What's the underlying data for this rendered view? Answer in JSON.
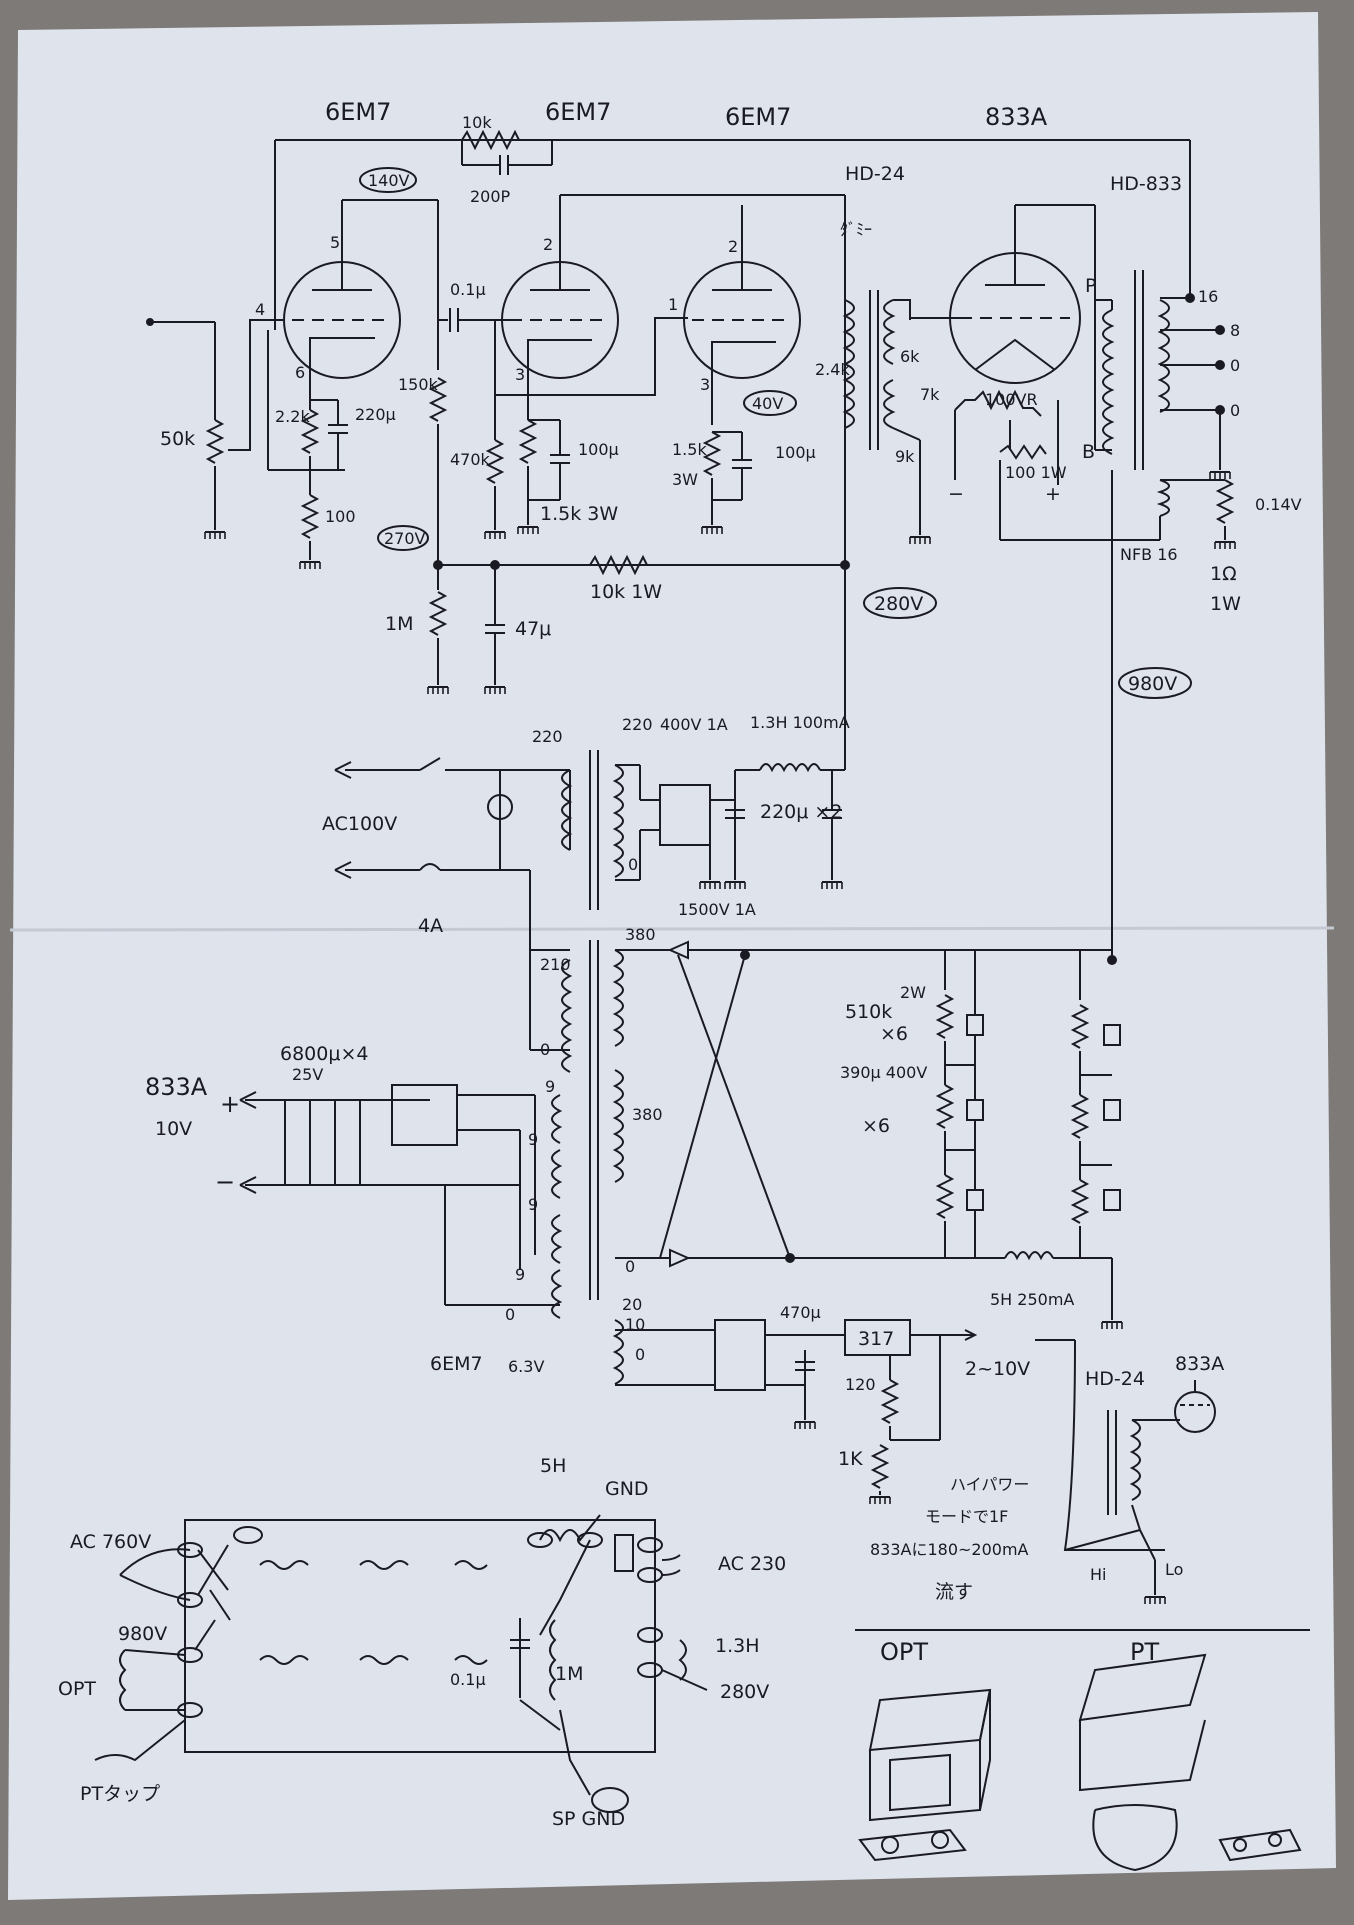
{
  "tubes": {
    "t1": "6EM7",
    "t2": "6EM7",
    "t3": "6EM7",
    "t4": "833A"
  },
  "transformers": {
    "driver": "HD-24",
    "output": "HD-833",
    "driver_tap_top": "ﾀﾞﾐｰ",
    "driver_tap_2k": "2.4k",
    "driver_tap_7k": "7k",
    "driver_tap_6k": "6k",
    "driver_tap_9k": "9k",
    "output_taps": [
      "16",
      "8",
      "0",
      "0"
    ],
    "output_p": "P",
    "output_b": "B",
    "nfb": "NFB 16"
  },
  "amp_parts": {
    "r_10k": "10k",
    "c_200p": "200P",
    "v_140": "140V",
    "pin_5": "5",
    "pin_6": "6",
    "pin_4": "4",
    "pin_2a": "2",
    "pin_2b": "2",
    "pin_1": "1",
    "pin_3a": "3",
    "pin_3b": "3",
    "c_01": "0.1μ",
    "r_150k": "150k",
    "vol_50k": "50k",
    "r_2k": "2.2k",
    "c_220": "220μ",
    "r_100": "100",
    "v_270": "270V",
    "r_470k": "470k",
    "c_100a": "100μ",
    "r_15k3w": "1.5k 3W",
    "r_15k": "1.5k",
    "w_3w": "3W",
    "c_100b": "100μ",
    "v_40": "40V",
    "r_10k1w": "10k 1W",
    "r_1m": "1M",
    "c_47": "47μ",
    "v_280": "280V",
    "vr_100": "100VR",
    "r_100_1w": "100 1W",
    "minus": "−",
    "plus": "+",
    "v_014": "0.14V",
    "r_1ohm": "1Ω",
    "w_1w": "1W",
    "v_980": "980V"
  },
  "psu1": {
    "fuse_label": "220",
    "sec": "220",
    "diode": "400V 1A",
    "choke": "1.3H 100mA",
    "cap": "220μ ×2",
    "ac_in": "AC100V",
    "fuse": "4A",
    "zero": "0"
  },
  "psu2": {
    "pri_210": "210",
    "zero": "0",
    "sec_380a": "380",
    "sec_380b": "380",
    "zero_b": "0",
    "diode": "1500V 1A",
    "r_510k": "510k",
    "v_21": "2W",
    "r_x6": "×6",
    "c_390": "390μ 400V",
    "c_x6": "×6",
    "choke": "5H 250mA"
  },
  "heater": {
    "cap": "6800μ×4",
    "volt": "25V",
    "label": "833A",
    "v10": "10V",
    "plus": "+",
    "minus": "−",
    "taps": [
      "9",
      "9",
      "9",
      "9"
    ],
    "zero": "0"
  },
  "heater2": {
    "tube": "6EM7",
    "volt": "6.3V",
    "t20": "20",
    "t10": "10",
    "zero": "0",
    "cap": "470μ",
    "reg": "317",
    "r120": "120",
    "r1k": "1K",
    "out": "2~10V"
  },
  "note": {
    "xfmr": "HD-24",
    "tube": "833A",
    "hi": "Hi",
    "lo": "Lo",
    "l1": "ハイパワー",
    "l2": "モードで1F",
    "l3": "833Aに180~200mA",
    "l4": "流す"
  },
  "layout_box": {
    "sh": "5H",
    "gnd": "GND",
    "ac760": "AC 760V",
    "v980": "980V",
    "opt": "OPT",
    "ptap": "PTタップ",
    "c01": "0.1μ",
    "r1m": "1M",
    "ac230": "AC 230",
    "h13": "1.3H",
    "v280": "280V",
    "spgnd": "SP GND"
  },
  "legend": {
    "opt": "OPT",
    "pt": "PT"
  },
  "colors": {
    "paper": "#dfe3ec",
    "ink": "#1a1a22",
    "background": "#7d7a78"
  }
}
